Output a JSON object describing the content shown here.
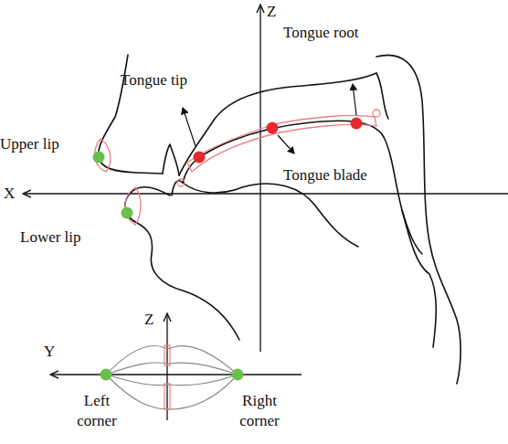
{
  "diagram": {
    "labels": [
      "Z",
      "Tongue root",
      "Tongue tip",
      "Upper lip",
      "Tongue blade",
      "X",
      "Lower lip",
      "Z",
      "Y",
      "Left corner",
      "Right corner"
    ]
  }
}
